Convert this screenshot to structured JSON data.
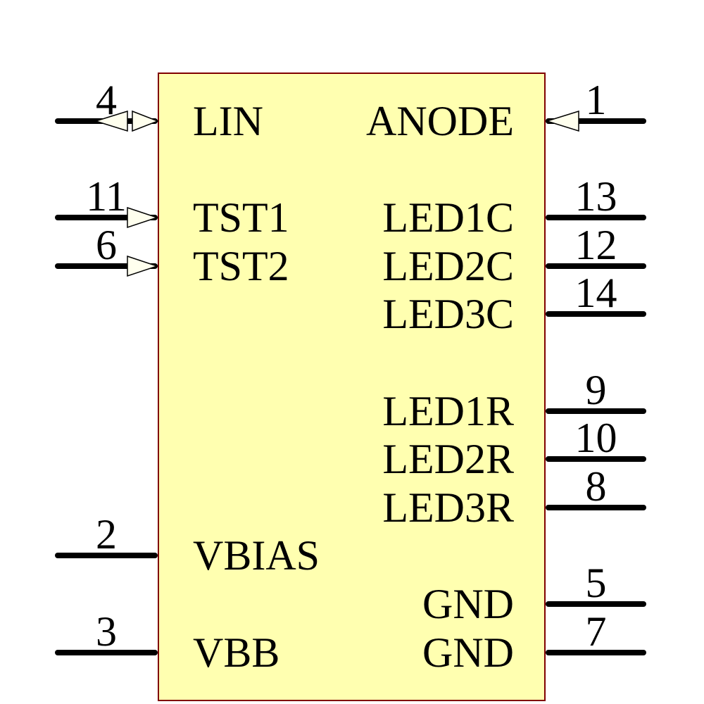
{
  "theme": {
    "background": "#FFFFFF",
    "body_fill": "#FFFFB0",
    "body_border": "#800000",
    "line_color": "#000000",
    "text_color": "#000000",
    "arrow_fill": "#FFFFEE"
  },
  "component": {
    "type": "schematic-symbol",
    "pins": {
      "left": [
        {
          "number": "4",
          "label": "LIN",
          "direction": "bidirectional"
        },
        {
          "number": "11",
          "label": "TST1",
          "direction": "input"
        },
        {
          "number": "6",
          "label": "TST2",
          "direction": "input"
        },
        {
          "number": "2",
          "label": "VBIAS",
          "direction": "passive"
        },
        {
          "number": "3",
          "label": "VBB",
          "direction": "passive"
        }
      ],
      "right": [
        {
          "number": "1",
          "label": "ANODE",
          "direction": "input"
        },
        {
          "number": "13",
          "label": "LED1C",
          "direction": "passive"
        },
        {
          "number": "12",
          "label": "LED2C",
          "direction": "passive"
        },
        {
          "number": "14",
          "label": "LED3C",
          "direction": "passive"
        },
        {
          "number": "9",
          "label": "LED1R",
          "direction": "passive"
        },
        {
          "number": "10",
          "label": "LED2R",
          "direction": "passive"
        },
        {
          "number": "8",
          "label": "LED3R",
          "direction": "passive"
        },
        {
          "number": "5",
          "label": "GND",
          "direction": "passive"
        },
        {
          "number": "7",
          "label": "GND",
          "direction": "passive"
        }
      ]
    }
  }
}
